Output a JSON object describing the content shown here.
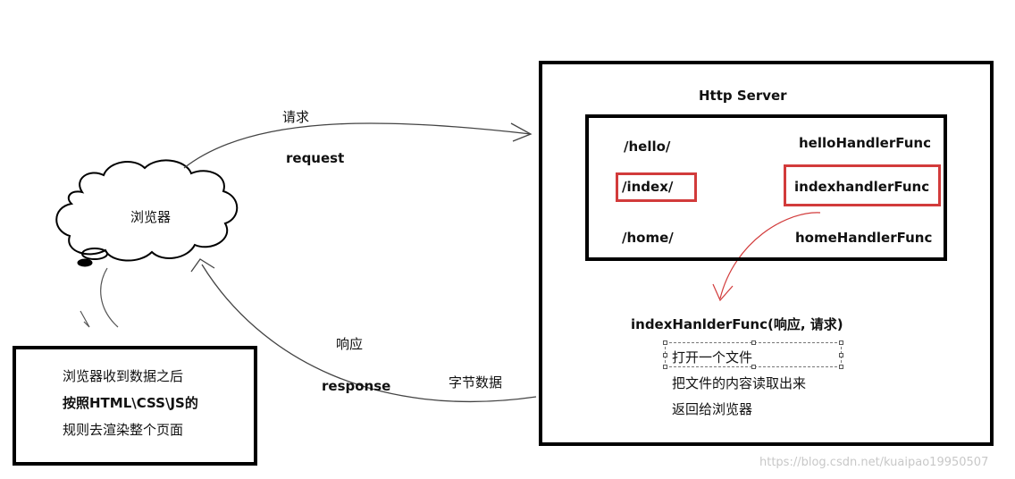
{
  "browser": {
    "label": "浏览器"
  },
  "request": {
    "label_cn": "请求",
    "label_en": "request"
  },
  "response": {
    "label_cn": "响应",
    "label_en": "response",
    "bytes_label": "字节数据"
  },
  "server": {
    "title": "Http Server",
    "routes": [
      {
        "path": "/hello/",
        "handler": "helloHandlerFunc"
      },
      {
        "path": "/index/",
        "handler": "indexhandlerFunc"
      },
      {
        "path": "/home/",
        "handler": "homeHandlerFunc"
      }
    ],
    "func_signature": "indexHanlderFunc(响应, 请求)",
    "steps": [
      "打开一个文件",
      "把文件的内容读取出来",
      "返回给浏览器"
    ]
  },
  "note": {
    "lines": [
      "浏览器收到数据之后",
      "按照HTML\\CSS\\JS的",
      "规则去渲染整个页面"
    ]
  },
  "watermark": "https://blog.csdn.net/kuaipao19950507",
  "colors": {
    "highlight": "#d23b3b",
    "stroke": "#000000"
  }
}
